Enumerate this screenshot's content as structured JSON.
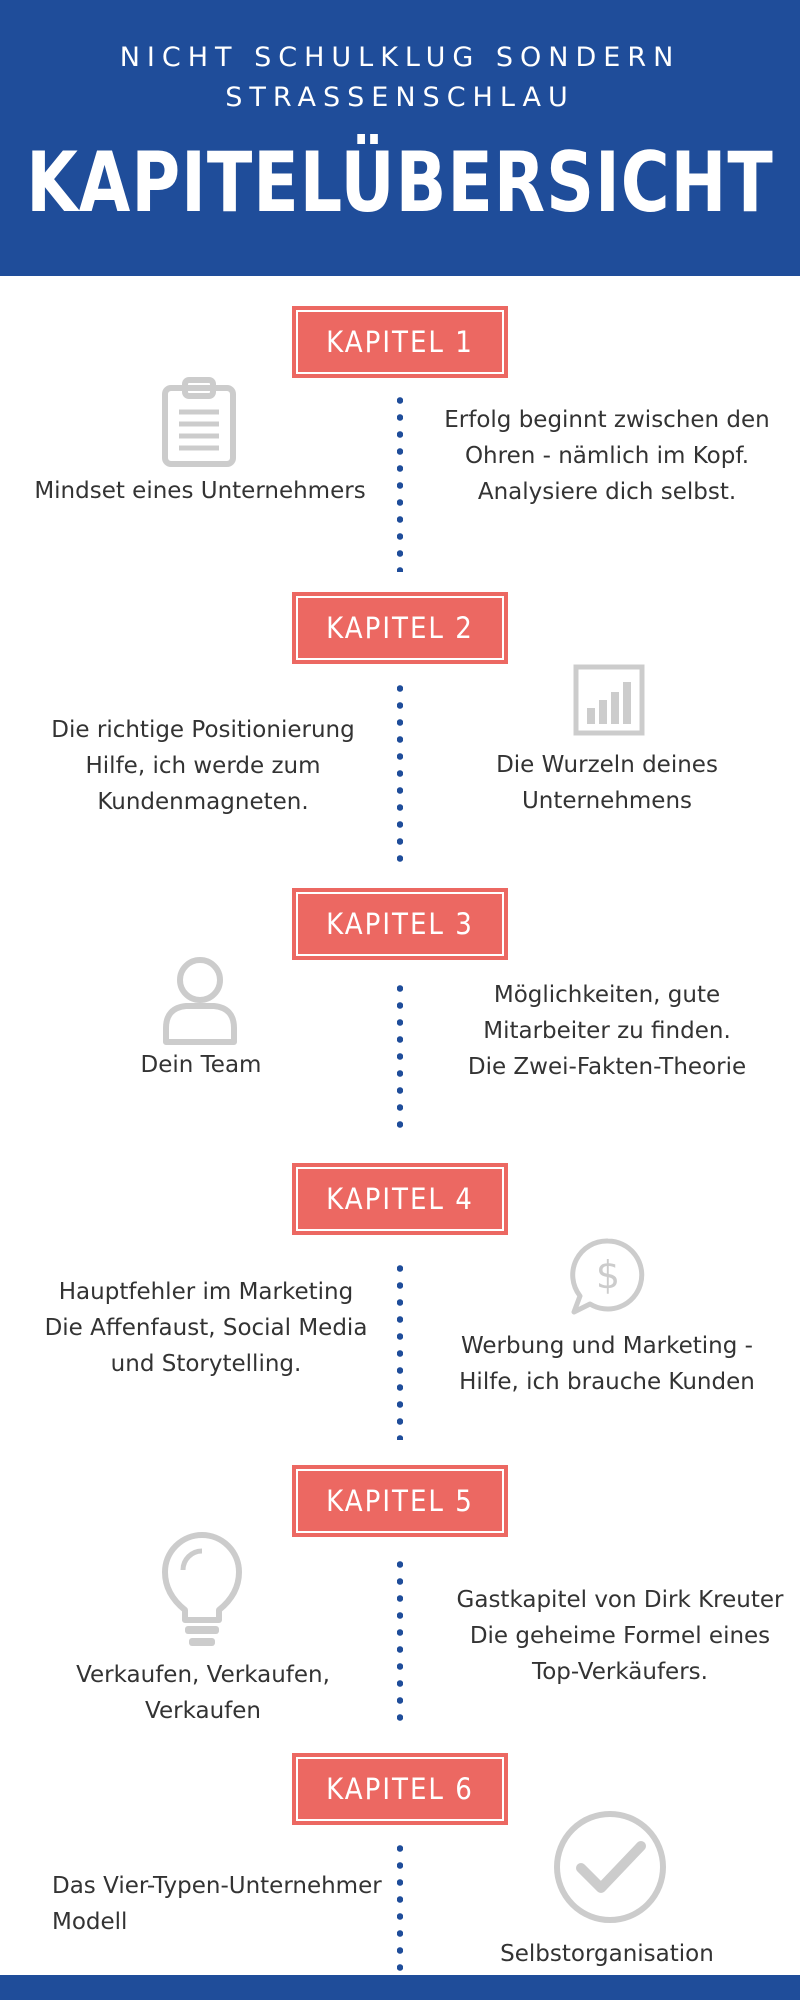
{
  "header": {
    "subtitle_line1": "NICHT SCHULKLUG SONDERN",
    "subtitle_line2": "STRASSENSCHLAU",
    "title": "KAPITELÜBERSICHT"
  },
  "chapters": [
    {
      "badge": "KAPITEL 1",
      "icon": "clipboard-icon",
      "left": [
        "Mindset eines Unternehmers"
      ],
      "right": [
        "Erfolg beginnt zwischen den",
        "Ohren - nämlich im Kopf.",
        "Analysiere dich selbst."
      ]
    },
    {
      "badge": "KAPITEL 2",
      "icon": "bar-chart-icon",
      "left": [
        "Die richtige Positionierung",
        "Hilfe, ich werde zum",
        "Kundenmagneten."
      ],
      "right": [
        "Die Wurzeln deines",
        "Unternehmens"
      ]
    },
    {
      "badge": "KAPITEL 3",
      "icon": "user-icon",
      "left": [
        "Dein Team"
      ],
      "right": [
        "Möglichkeiten, gute",
        "Mitarbeiter zu finden.",
        "Die Zwei-Fakten-Theorie"
      ]
    },
    {
      "badge": "KAPITEL 4",
      "icon": "dollar-speech-bubble-icon",
      "left": [
        "Hauptfehler im Marketing",
        "Die Affenfaust, Social Media",
        "und Storytelling."
      ],
      "right": [
        "Werbung und Marketing -",
        "Hilfe, ich brauche Kunden"
      ]
    },
    {
      "badge": "KAPITEL 5",
      "icon": "lightbulb-icon",
      "left": [
        "Verkaufen, Verkaufen,",
        "Verkaufen"
      ],
      "right": [
        "Gastkapitel von Dirk Kreuter",
        "Die geheime Formel eines",
        "Top-Verkäufers."
      ]
    },
    {
      "badge": "KAPITEL 6",
      "icon": "checkmark-circle-icon",
      "left": [
        "Das Vier-Typen-Unternehmer",
        "Modell"
      ],
      "right": [
        "Selbstorganisation"
      ]
    }
  ],
  "colors": {
    "header_blue": "#1f4d9a",
    "badge_red": "#ec6862",
    "icon_gray": "#cccccc",
    "text": "#333333"
  }
}
